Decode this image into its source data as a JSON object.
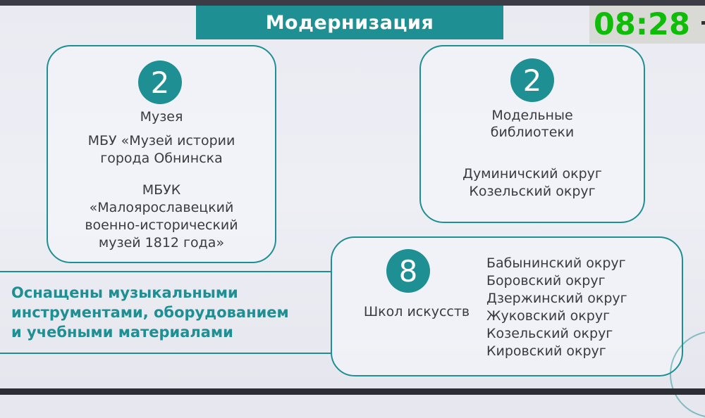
{
  "title": "Модернизация",
  "clock": "08:28",
  "museums": {
    "count": "2",
    "label": "Музея",
    "item1_line1": "МБУ «Музей истории",
    "item1_line2": "города Обнинска",
    "item2_line1": "МБУК",
    "item2_line2": "«Малоярославецкий",
    "item2_line3": "военно-исторический",
    "item2_line4": "музей 1812 года»"
  },
  "libraries": {
    "count": "2",
    "label_line1": "Модельные",
    "label_line2": "библиотеки",
    "districts": [
      "Думиничский округ",
      "Козельский округ"
    ]
  },
  "schools": {
    "count": "8",
    "label": "Школ искусств",
    "districts": [
      "Бабынинский округ",
      "Боровский округ",
      "Дзержинский округ",
      "Жуковский округ",
      "Козельский округ",
      "Кировский округ"
    ]
  },
  "equipped_note_line1": "Оснащены музыкальными",
  "equipped_note_line2": "инструментами, оборудованием",
  "equipped_note_line3": "и учебными материалами",
  "colors": {
    "accent": "#1e8f92",
    "clock": "#0fbd08",
    "background": "#e7e8ef"
  }
}
